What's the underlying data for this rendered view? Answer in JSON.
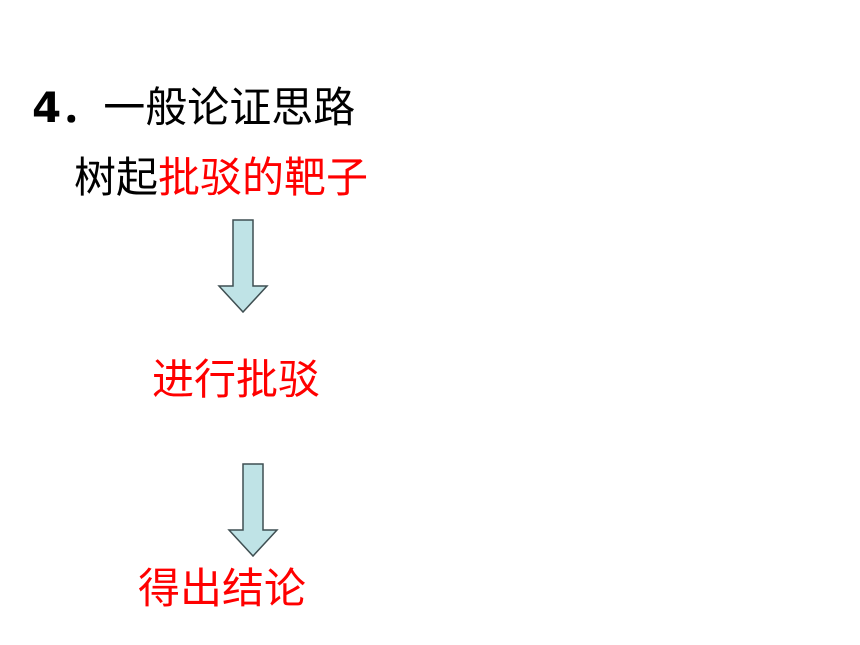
{
  "slide": {
    "heading_number": "4．",
    "heading_text": "一般论证思路",
    "step1_prefix": "树起",
    "step1_highlight": "批驳的靶子",
    "step2": "进行批驳",
    "step3": "得出结论"
  },
  "colors": {
    "text": "#000000",
    "highlight": "#ff0000",
    "arrow_fill": "#bfe3e6",
    "arrow_stroke": "#3f4f52"
  },
  "icons": {
    "arrow1": "down-arrow-icon",
    "arrow2": "down-arrow-icon"
  }
}
